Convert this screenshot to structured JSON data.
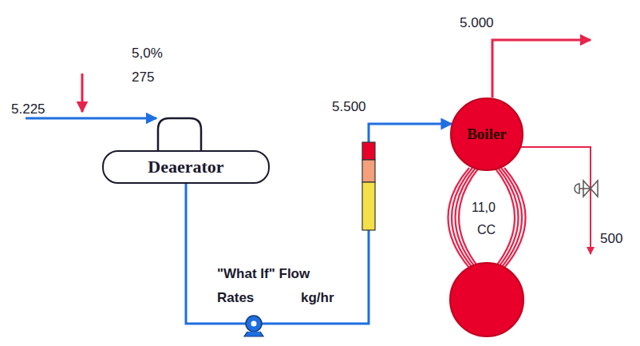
{
  "diagram": {
    "nodes": [
      {
        "text": [
          "Deaerator"
        ]
      },
      {
        "text": [
          "Boiler"
        ]
      }
    ],
    "edges": [
      {
        "from": 0,
        "to": 1,
        "arrow": "to"
      }
    ],
    "labels": [
      "5.225",
      "5,0%",
      "275",
      "5.500",
      "5.000",
      "11,0",
      "CC",
      "500",
      "\"What If\" Flow",
      "Rates",
      "kg/hr"
    ]
  }
}
